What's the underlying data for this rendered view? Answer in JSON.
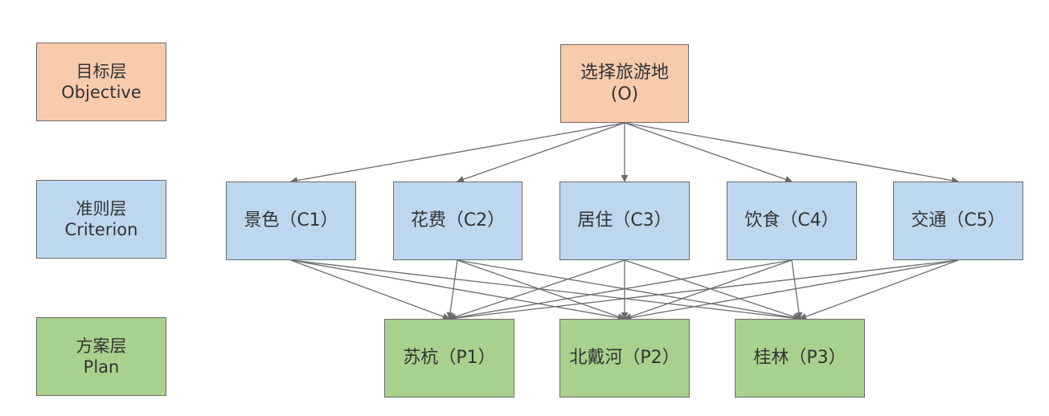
{
  "colors": {
    "objective_fill": "#f8cbad",
    "criterion_fill": "#bdd7ee",
    "plan_fill": "#a9d18e",
    "border": "#6b6b6b",
    "arrow": "#6b6b6b"
  },
  "legend": {
    "objective": {
      "zh": "目标层",
      "en": "Objective"
    },
    "criterion": {
      "zh": "准则层",
      "en": "Criterion"
    },
    "plan": {
      "zh": "方案层",
      "en": "Plan"
    }
  },
  "objective": {
    "label": "选择旅游地",
    "code": "(O)"
  },
  "criteria": [
    {
      "label": "景色（C1）"
    },
    {
      "label": "花费（C2）"
    },
    {
      "label": "居住（C3）"
    },
    {
      "label": "饮食（C4）"
    },
    {
      "label": "交通（C5）"
    }
  ],
  "plans": [
    {
      "label": "苏杭（P1）"
    },
    {
      "label": "北戴河（P2）"
    },
    {
      "label": "桂林（P3）"
    }
  ]
}
